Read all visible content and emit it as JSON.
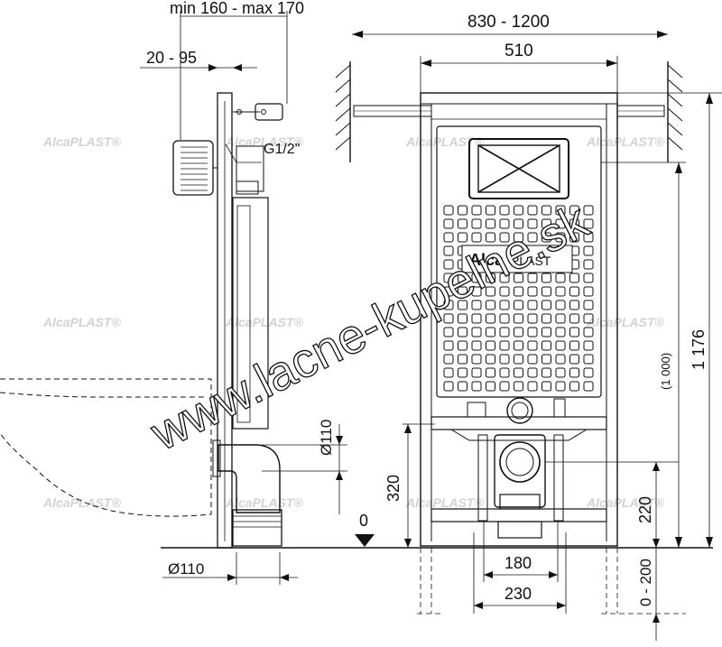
{
  "dimensions": {
    "depth_range": "min 160 - max 170",
    "wall_gap": "20 - 95",
    "water_connection": "G1/2\"",
    "overall_width": "830 - 1200",
    "frame_width": "510",
    "overall_height": "1 176",
    "height_ref": "(1 000)",
    "drain_diameter": "Ø110",
    "drain_height": "320",
    "floor_zero": "0",
    "outlet_height": "220",
    "leg_adjust": "0 - 200",
    "bolt_spacing": "180",
    "bolt_spacing_outer": "230",
    "bottom_diameter": "Ø110"
  },
  "brand": {
    "logo_alca": "Alca",
    "logo_plast": "PLAST"
  },
  "watermarks": {
    "small": "AlcaPLAST®",
    "site": "www.lacne-kupelne.sk"
  }
}
